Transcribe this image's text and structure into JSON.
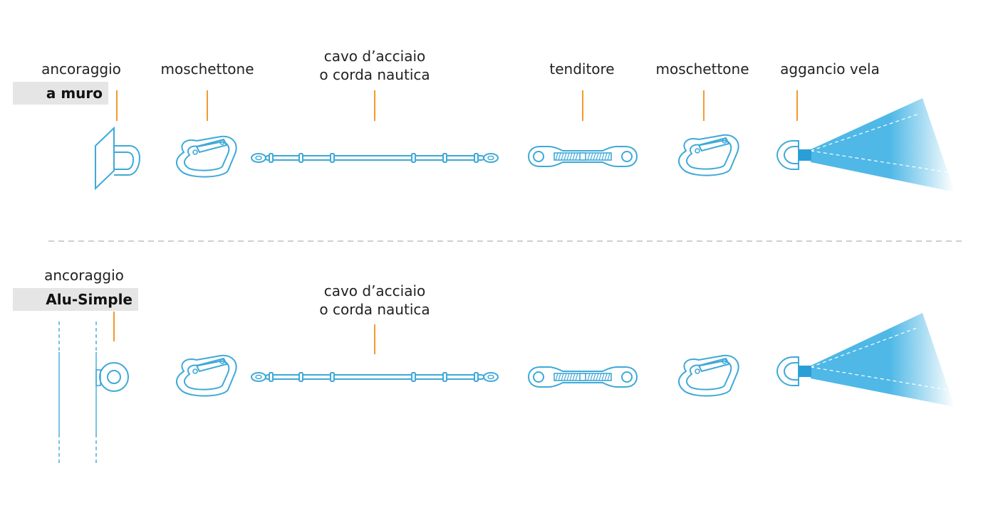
{
  "row1": {
    "anchor_label": "ancoraggio",
    "anchor_badge": "a muro",
    "carabiner1_label": "moschettone",
    "cable_label_line1": "cavo d’acciaio",
    "cable_label_line2": "o corda nautica",
    "turnbuckle_label": "tenditore",
    "carabiner2_label": "moschettone",
    "sail_hook_label": "aggancio vela"
  },
  "row2": {
    "anchor_label": "ancoraggio",
    "anchor_badge": "Alu-Simple",
    "cable_label_line1": "cavo d’acciaio",
    "cable_label_line2": "o corda nautica"
  },
  "colors": {
    "line": "#3fa9d8",
    "leader": "#f39a2e",
    "sail": "#4fb8e6",
    "divider": "#cfcfcf",
    "badge_bg": "#e5e5e6"
  }
}
